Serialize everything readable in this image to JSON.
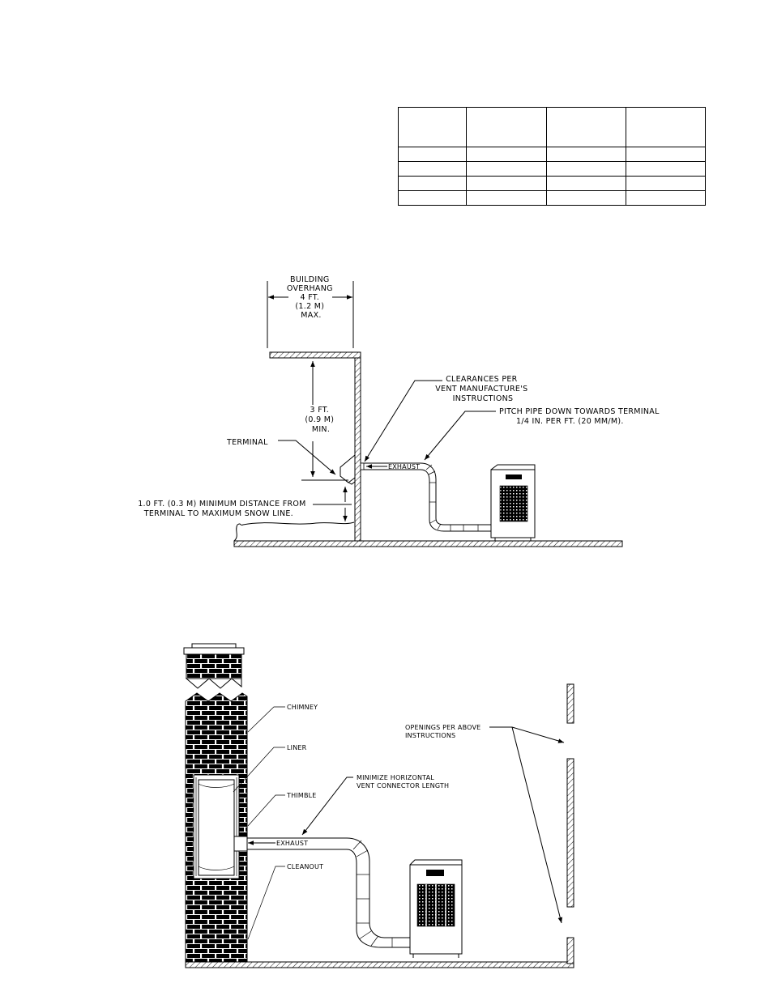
{
  "vent_table": {
    "rows": 5,
    "cols": 4
  },
  "diagram_sidewall": {
    "overhang_label": [
      "BUILDING",
      "OVERHANG",
      "4 FT.",
      "(1.2 M)",
      "MAX."
    ],
    "clearance_3ft_label": [
      "3 FT.",
      "(0.9 M)",
      "MIN."
    ],
    "terminal_label": "TERMINAL",
    "clearances_label": [
      "CLEARANCES PER",
      "VENT MANUFACTURE'S",
      "INSTRUCTIONS"
    ],
    "pitch_label": [
      "PITCH PIPE DOWN TOWARDS TERMINAL",
      "1/4 IN. PER FT. (20 MM/M)."
    ],
    "exhaust_label": "EXHAUST",
    "snow_label": [
      "1.0 FT. (0.3 M) MINIMUM DISTANCE FROM",
      "TERMINAL TO MAXIMUM SNOW LINE."
    ]
  },
  "diagram_chimney": {
    "chimney_label": "CHIMNEY",
    "liner_label": "LINER",
    "thimble_label": "THIMBLE",
    "cleanout_label": "CLEANOUT",
    "minimize_label": [
      "MINIMIZE HORIZONTAL",
      "VENT CONNECTOR LENGTH"
    ],
    "openings_label": [
      "OPENINGS PER ABOVE",
      "INSTRUCTIONS"
    ],
    "exhaust_label": "EXHAUST"
  }
}
